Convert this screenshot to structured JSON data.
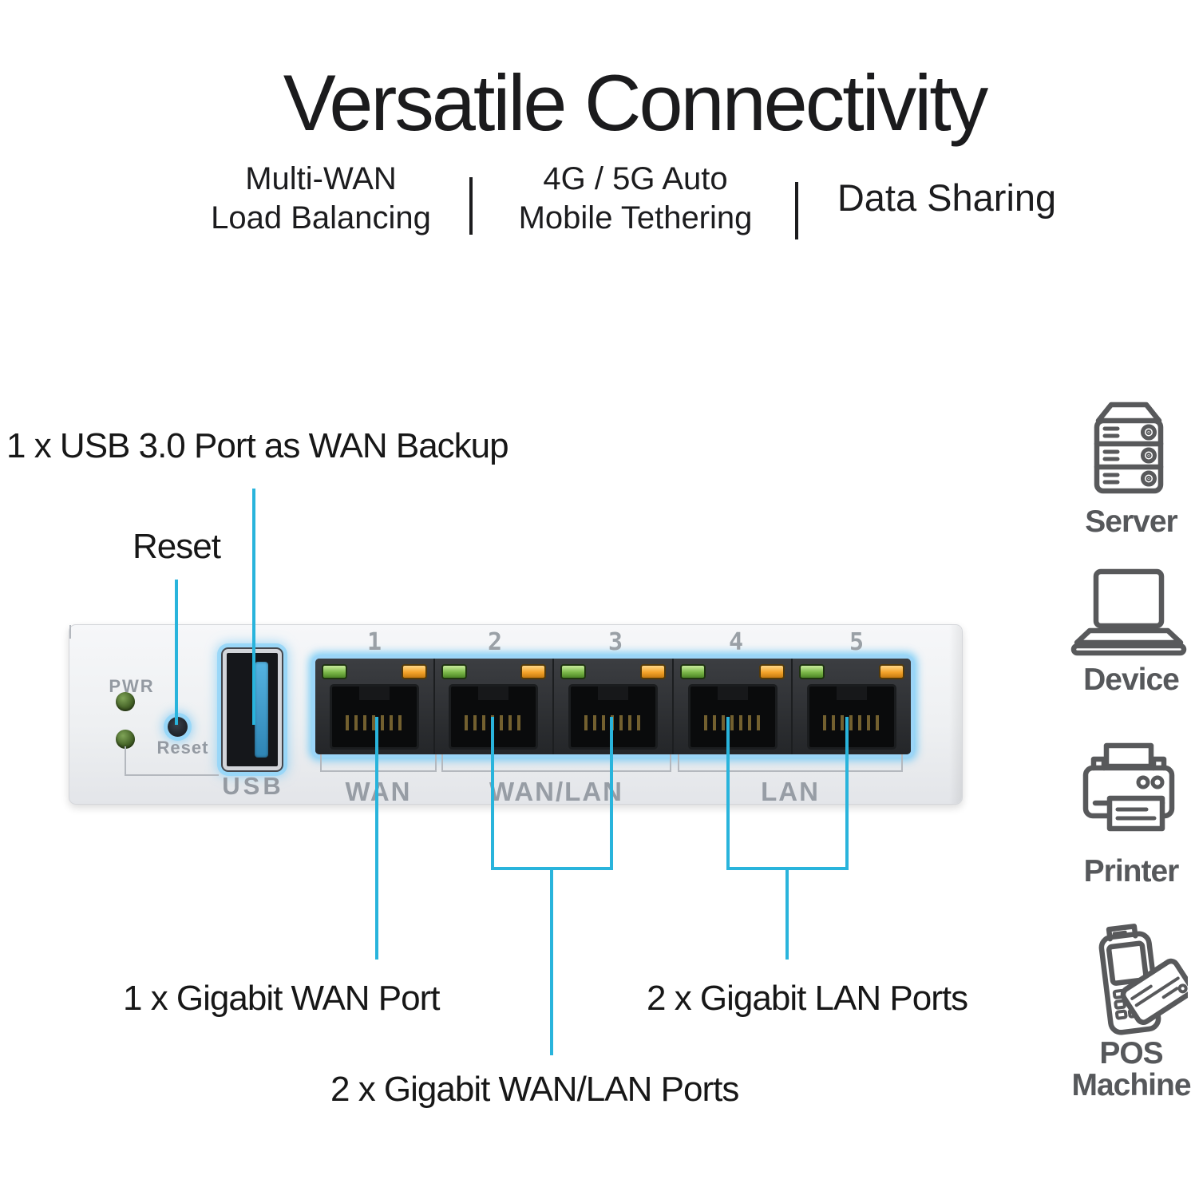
{
  "title": "Versatile Connectivity",
  "features": [
    {
      "line1": "Multi-WAN",
      "line2": "Load Balancing"
    },
    {
      "line1": "4G / 5G Auto",
      "line2": "Mobile Tethering"
    },
    {
      "line1": "Data Sharing",
      "line2": ""
    }
  ],
  "callouts": {
    "usb": "1 x USB 3.0 Port as WAN Backup",
    "reset": "Reset",
    "wan": "1 x Gigabit WAN Port",
    "lan": "2 x Gigabit LAN Ports",
    "wan_lan": "2 x Gigabit WAN/LAN Ports"
  },
  "panel": {
    "pwr_label": "PWR",
    "reset_label": "Reset",
    "usb_label": "USB",
    "port_numbers": [
      "1",
      "2",
      "3",
      "4",
      "5"
    ],
    "group_labels": {
      "wan": "WAN",
      "wan_lan": "WAN/LAN",
      "lan": "LAN"
    }
  },
  "devices": [
    {
      "icon": "server-icon",
      "label": "Server"
    },
    {
      "icon": "laptop-icon",
      "label": "Device"
    },
    {
      "icon": "printer-icon",
      "label": "Printer"
    },
    {
      "icon": "pos-machine-icon",
      "label": "POS Machine"
    }
  ],
  "colors": {
    "callout_line": "#29b4dc",
    "port_glow": "#9bd5f8",
    "panel_print_text": "#949aa2",
    "icon_stroke": "#58595b",
    "led_green": "#7cb84a",
    "led_orange": "#f4a42b"
  }
}
